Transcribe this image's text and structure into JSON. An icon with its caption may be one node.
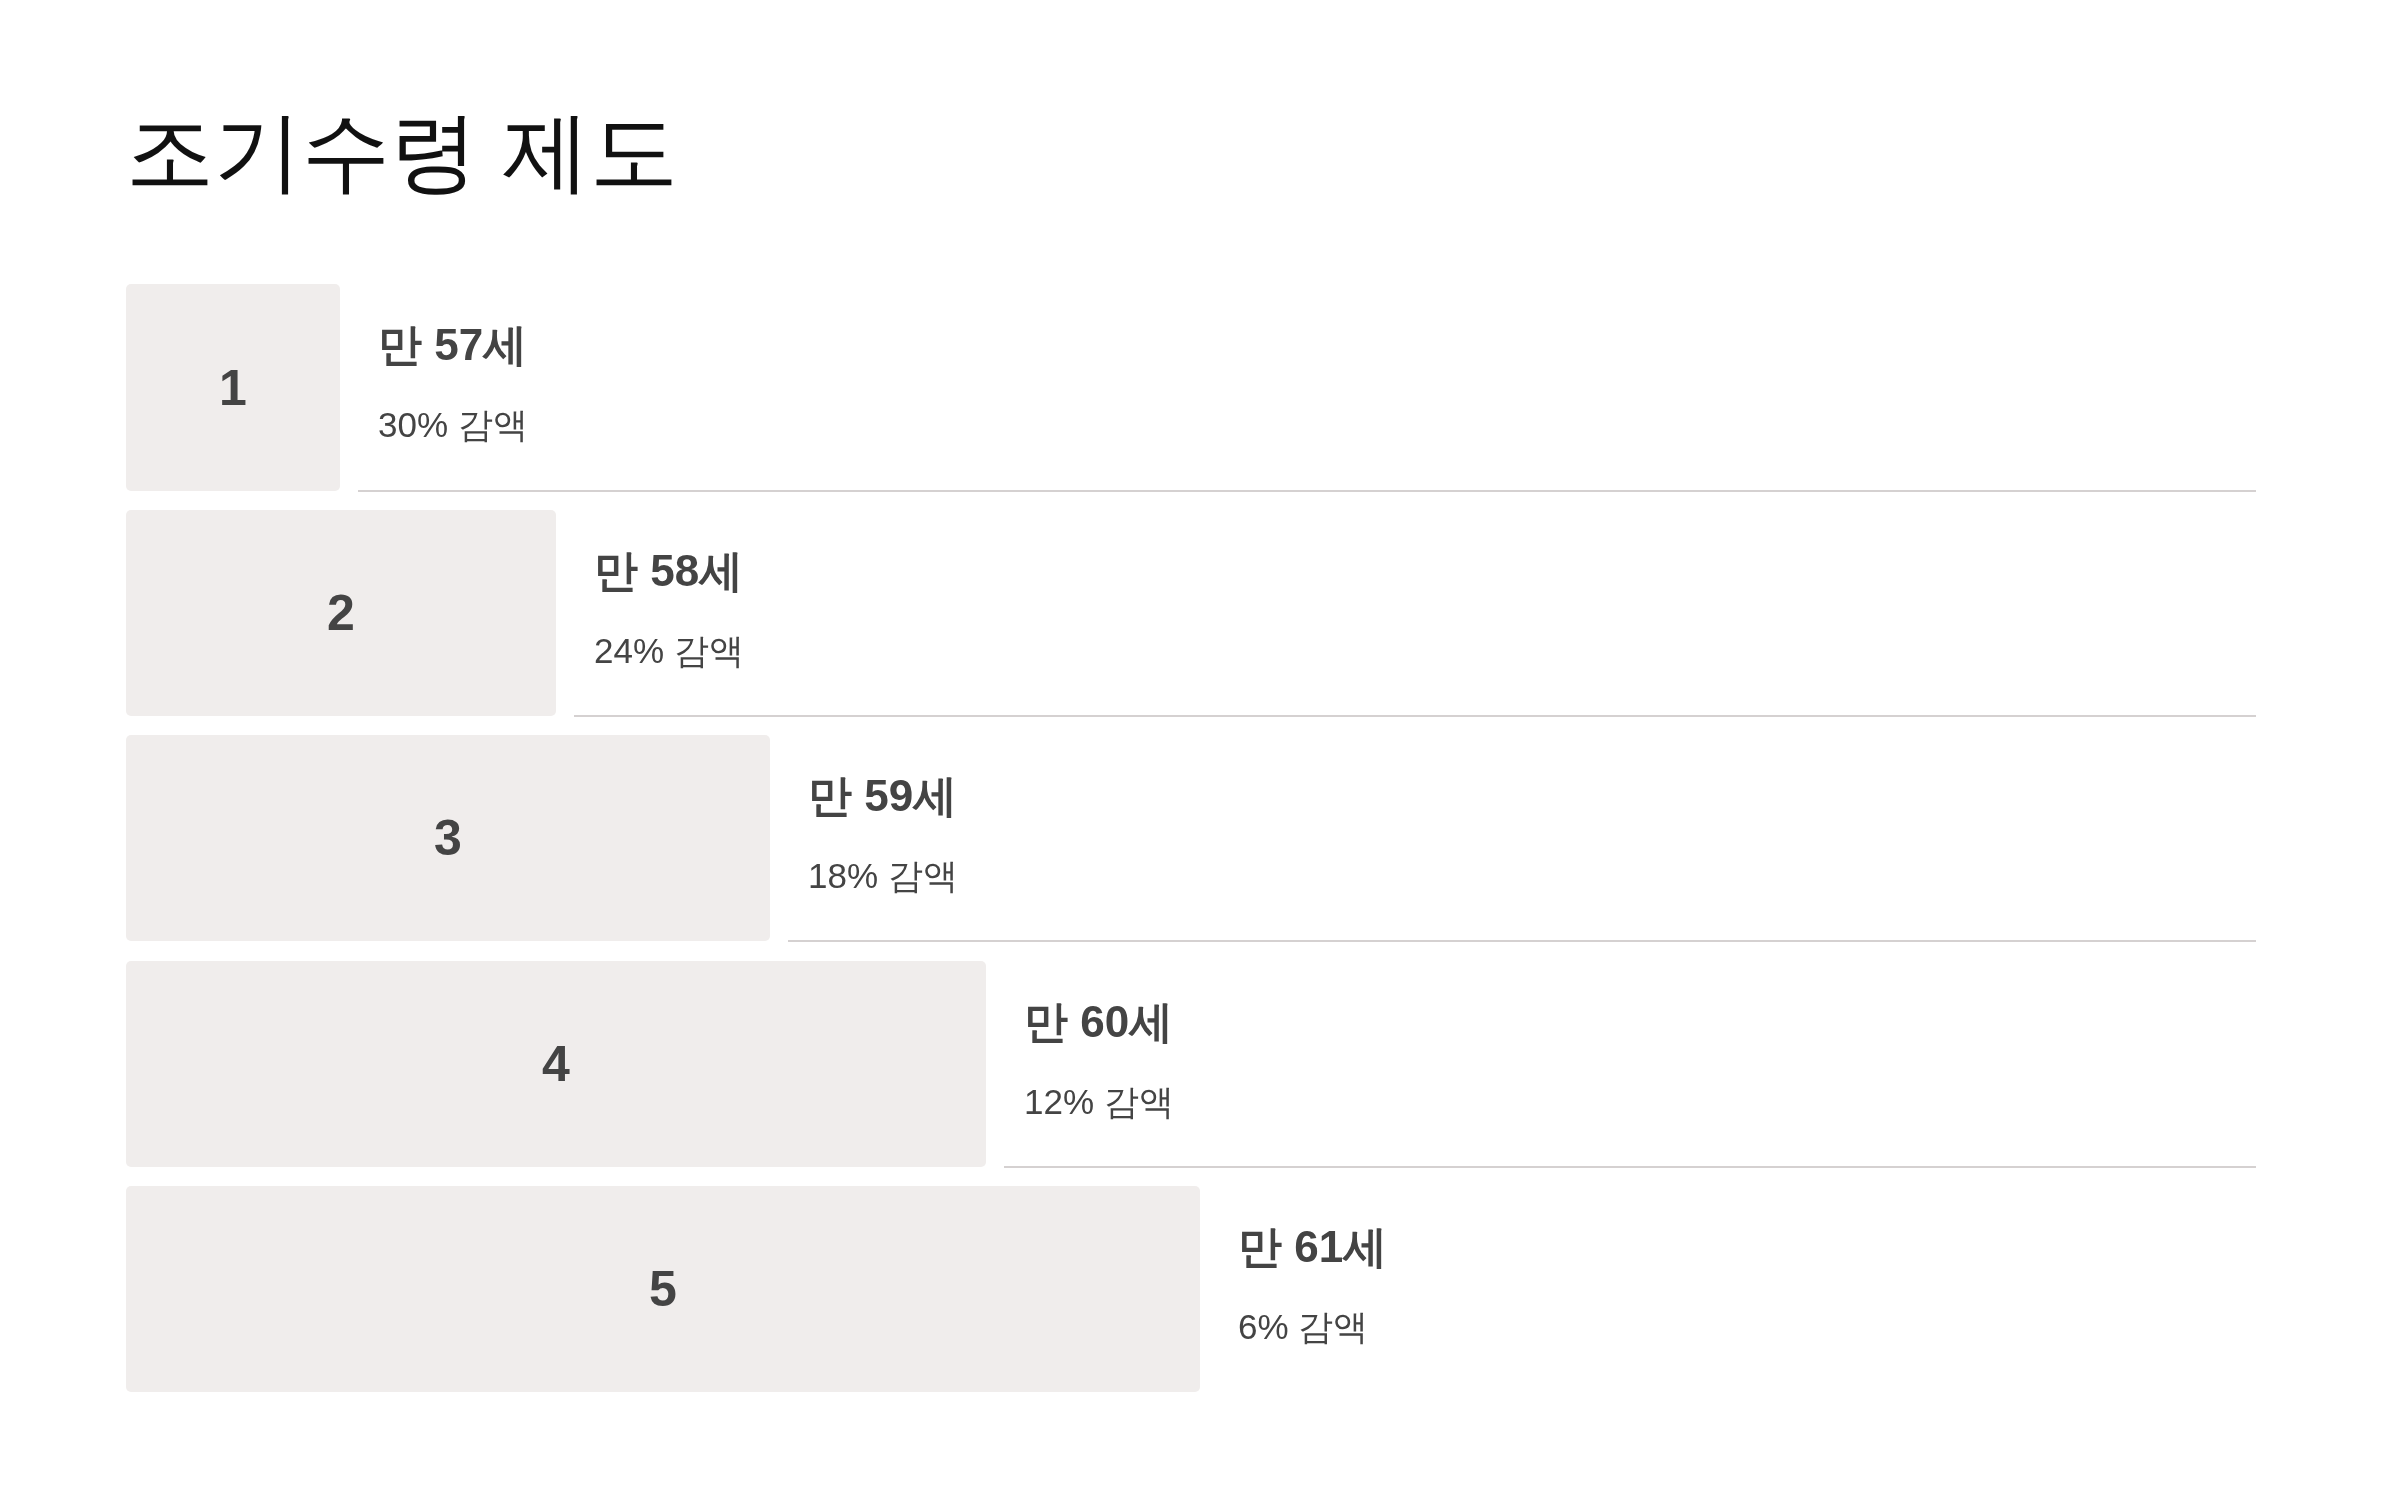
{
  "diagram": {
    "title": "조기수령 제도",
    "nodes": [
      {
        "text": [
          "1"
        ],
        "beside": [
          "만 57세",
          "30% 감액"
        ]
      },
      {
        "text": [
          "2"
        ],
        "beside": [
          "만 58세",
          "24% 감액"
        ]
      },
      {
        "text": [
          "3"
        ],
        "beside": [
          "만 59세",
          "18% 감액"
        ]
      },
      {
        "text": [
          "4"
        ],
        "beside": [
          "만 60세",
          "12% 감액"
        ]
      },
      {
        "text": [
          "5"
        ],
        "beside": [
          "만 61세",
          "6% 감액"
        ]
      }
    ]
  }
}
